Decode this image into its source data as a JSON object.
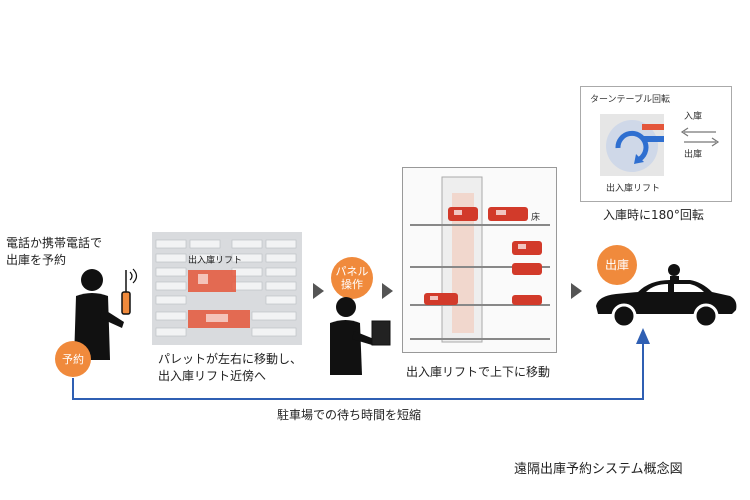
{
  "step1": {
    "text_line1": "電話か携帯電話で",
    "text_line2": "出庫を予約"
  },
  "badges": {
    "reserve": "予約",
    "panel": "パネル\n操作",
    "exit": "出庫"
  },
  "step2": {
    "lift_label": "出入庫リフト",
    "caption_line1": "パレットが左右に移動し、",
    "caption_line2": "出入庫リフト近傍へ"
  },
  "step3": {
    "floor_label": "床",
    "caption": "出入庫リフトで上下に移動"
  },
  "inset": {
    "title": "ターンテーブル回転",
    "in_label": "入庫",
    "out_label": "出庫",
    "lift_label": "出入庫リフト",
    "caption": "入庫時に180°回転"
  },
  "bottom_caption": "駐車場での待ち時間を短縮",
  "figure_caption": "遠隔出庫予約システム概念図",
  "colors": {
    "accent": "#f08a3c",
    "line": "#2f5fb3",
    "car_red": "#d23a2a"
  }
}
